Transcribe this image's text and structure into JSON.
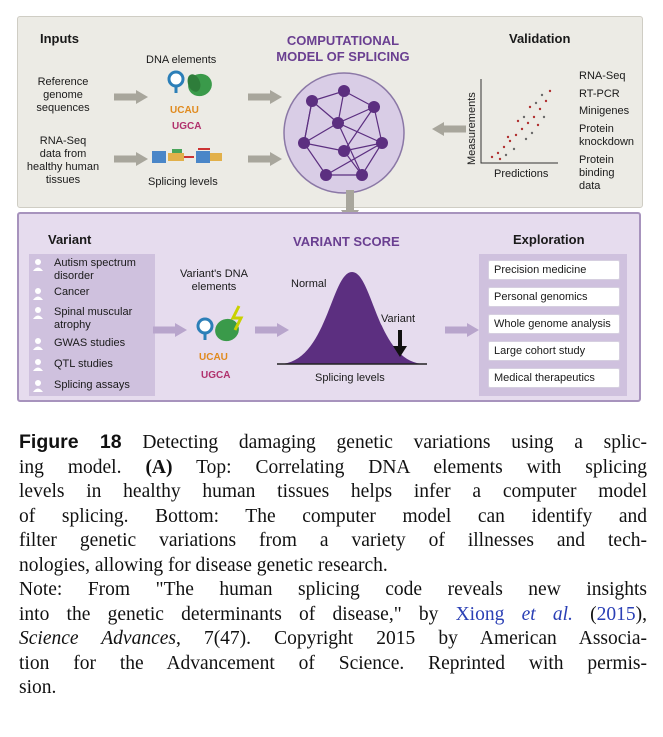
{
  "top": {
    "inputs_title": "Inputs",
    "input_ref": [
      "Reference",
      "genome",
      "sequences"
    ],
    "input_rnaseq": [
      "RNA-Seq",
      "data from",
      "healthy human",
      "tissues"
    ],
    "dna_elements": "DNA elements",
    "splicing_levels": "Splicing levels",
    "model_title": [
      "COMPUTATIONAL",
      "MODEL OF SPLICING"
    ],
    "validation_title": "Validation",
    "measurements": "Measurements",
    "predictions": "Predictions",
    "validation_items": [
      "RNA-Seq",
      "RT-PCR",
      "Minigenes",
      "Protein knockdown",
      "Protein binding data"
    ]
  },
  "bottom": {
    "variant_title": "Variant",
    "variant_items": [
      "Autism spectrum disorder",
      "Cancer",
      "Spinal muscular atrophy",
      "GWAS studies",
      "QTL studies",
      "Splicing assays"
    ],
    "variant_dna": [
      "Variant's DNA",
      "elements"
    ],
    "score_title": "VARIANT SCORE",
    "normal": "Normal",
    "variant": "Variant",
    "splicing_levels": "Splicing levels",
    "exploration_title": "Exploration",
    "exploration_items": [
      "Precision medicine",
      "Personal genomics",
      "Whole genome analysis",
      "Large cohort study",
      "Medical therapeutics"
    ]
  },
  "seq_letters": [
    "UCAU",
    "UGCA"
  ],
  "caption": {
    "label": "Figure 18",
    "lines": [
      "Detecting damaging genetic variations using a splic-",
      "ing model.",
      "(A)",
      "Top: Correlating DNA elements with splicing",
      "levels in healthy human tissues helps infer a computer model",
      "of splicing. Bottom: The computer model can identify and",
      "filter genetic variations from a variety of illnesses and tech-",
      "nologies, allowing for disease genetic research.",
      "Note: From \"The human splicing code reveals new insights",
      "into the genetic determinants of disease,\" by",
      "Xiong",
      "et al.",
      "(",
      "2015",
      "),",
      "Science Advances",
      ", 7(47). Copyright 2015 by American Associa-",
      "tion for the Advancement of Science. Reprinted with permis-",
      "sion."
    ]
  },
  "colors": {
    "purple": "#6a3f91",
    "top_bg": "#ecebe5",
    "bottom_bg": "#e6dcee",
    "link": "#2a3fb5"
  }
}
